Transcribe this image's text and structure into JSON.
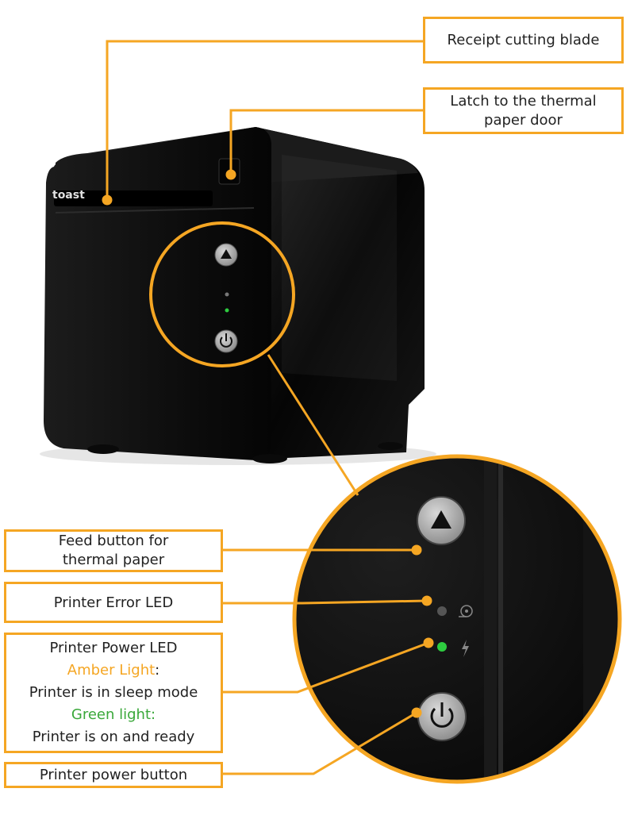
{
  "brand": {
    "logo_text": "toast"
  },
  "colors": {
    "callout": "#f5a623",
    "amber_text": "#f5a623",
    "green_text": "#3aa83a",
    "printer_body": "#111111"
  },
  "callouts": {
    "cutting_blade": {
      "line1": "Receipt cutting blade"
    },
    "latch": {
      "line1": "Latch to the thermal",
      "line2": "paper door"
    },
    "feed": {
      "line1": "Feed button for",
      "line2": "thermal paper"
    },
    "error_led": {
      "line1": "Printer Error LED"
    },
    "power_led": {
      "title": "Printer Power LED",
      "amber_label": "Amber Light",
      "amber_colon": ":",
      "amber_desc": "Printer is in sleep mode",
      "green_label": "Green light:",
      "green_desc": "Printer is on and ready"
    },
    "power_button": {
      "line1": "Printer power button"
    }
  }
}
